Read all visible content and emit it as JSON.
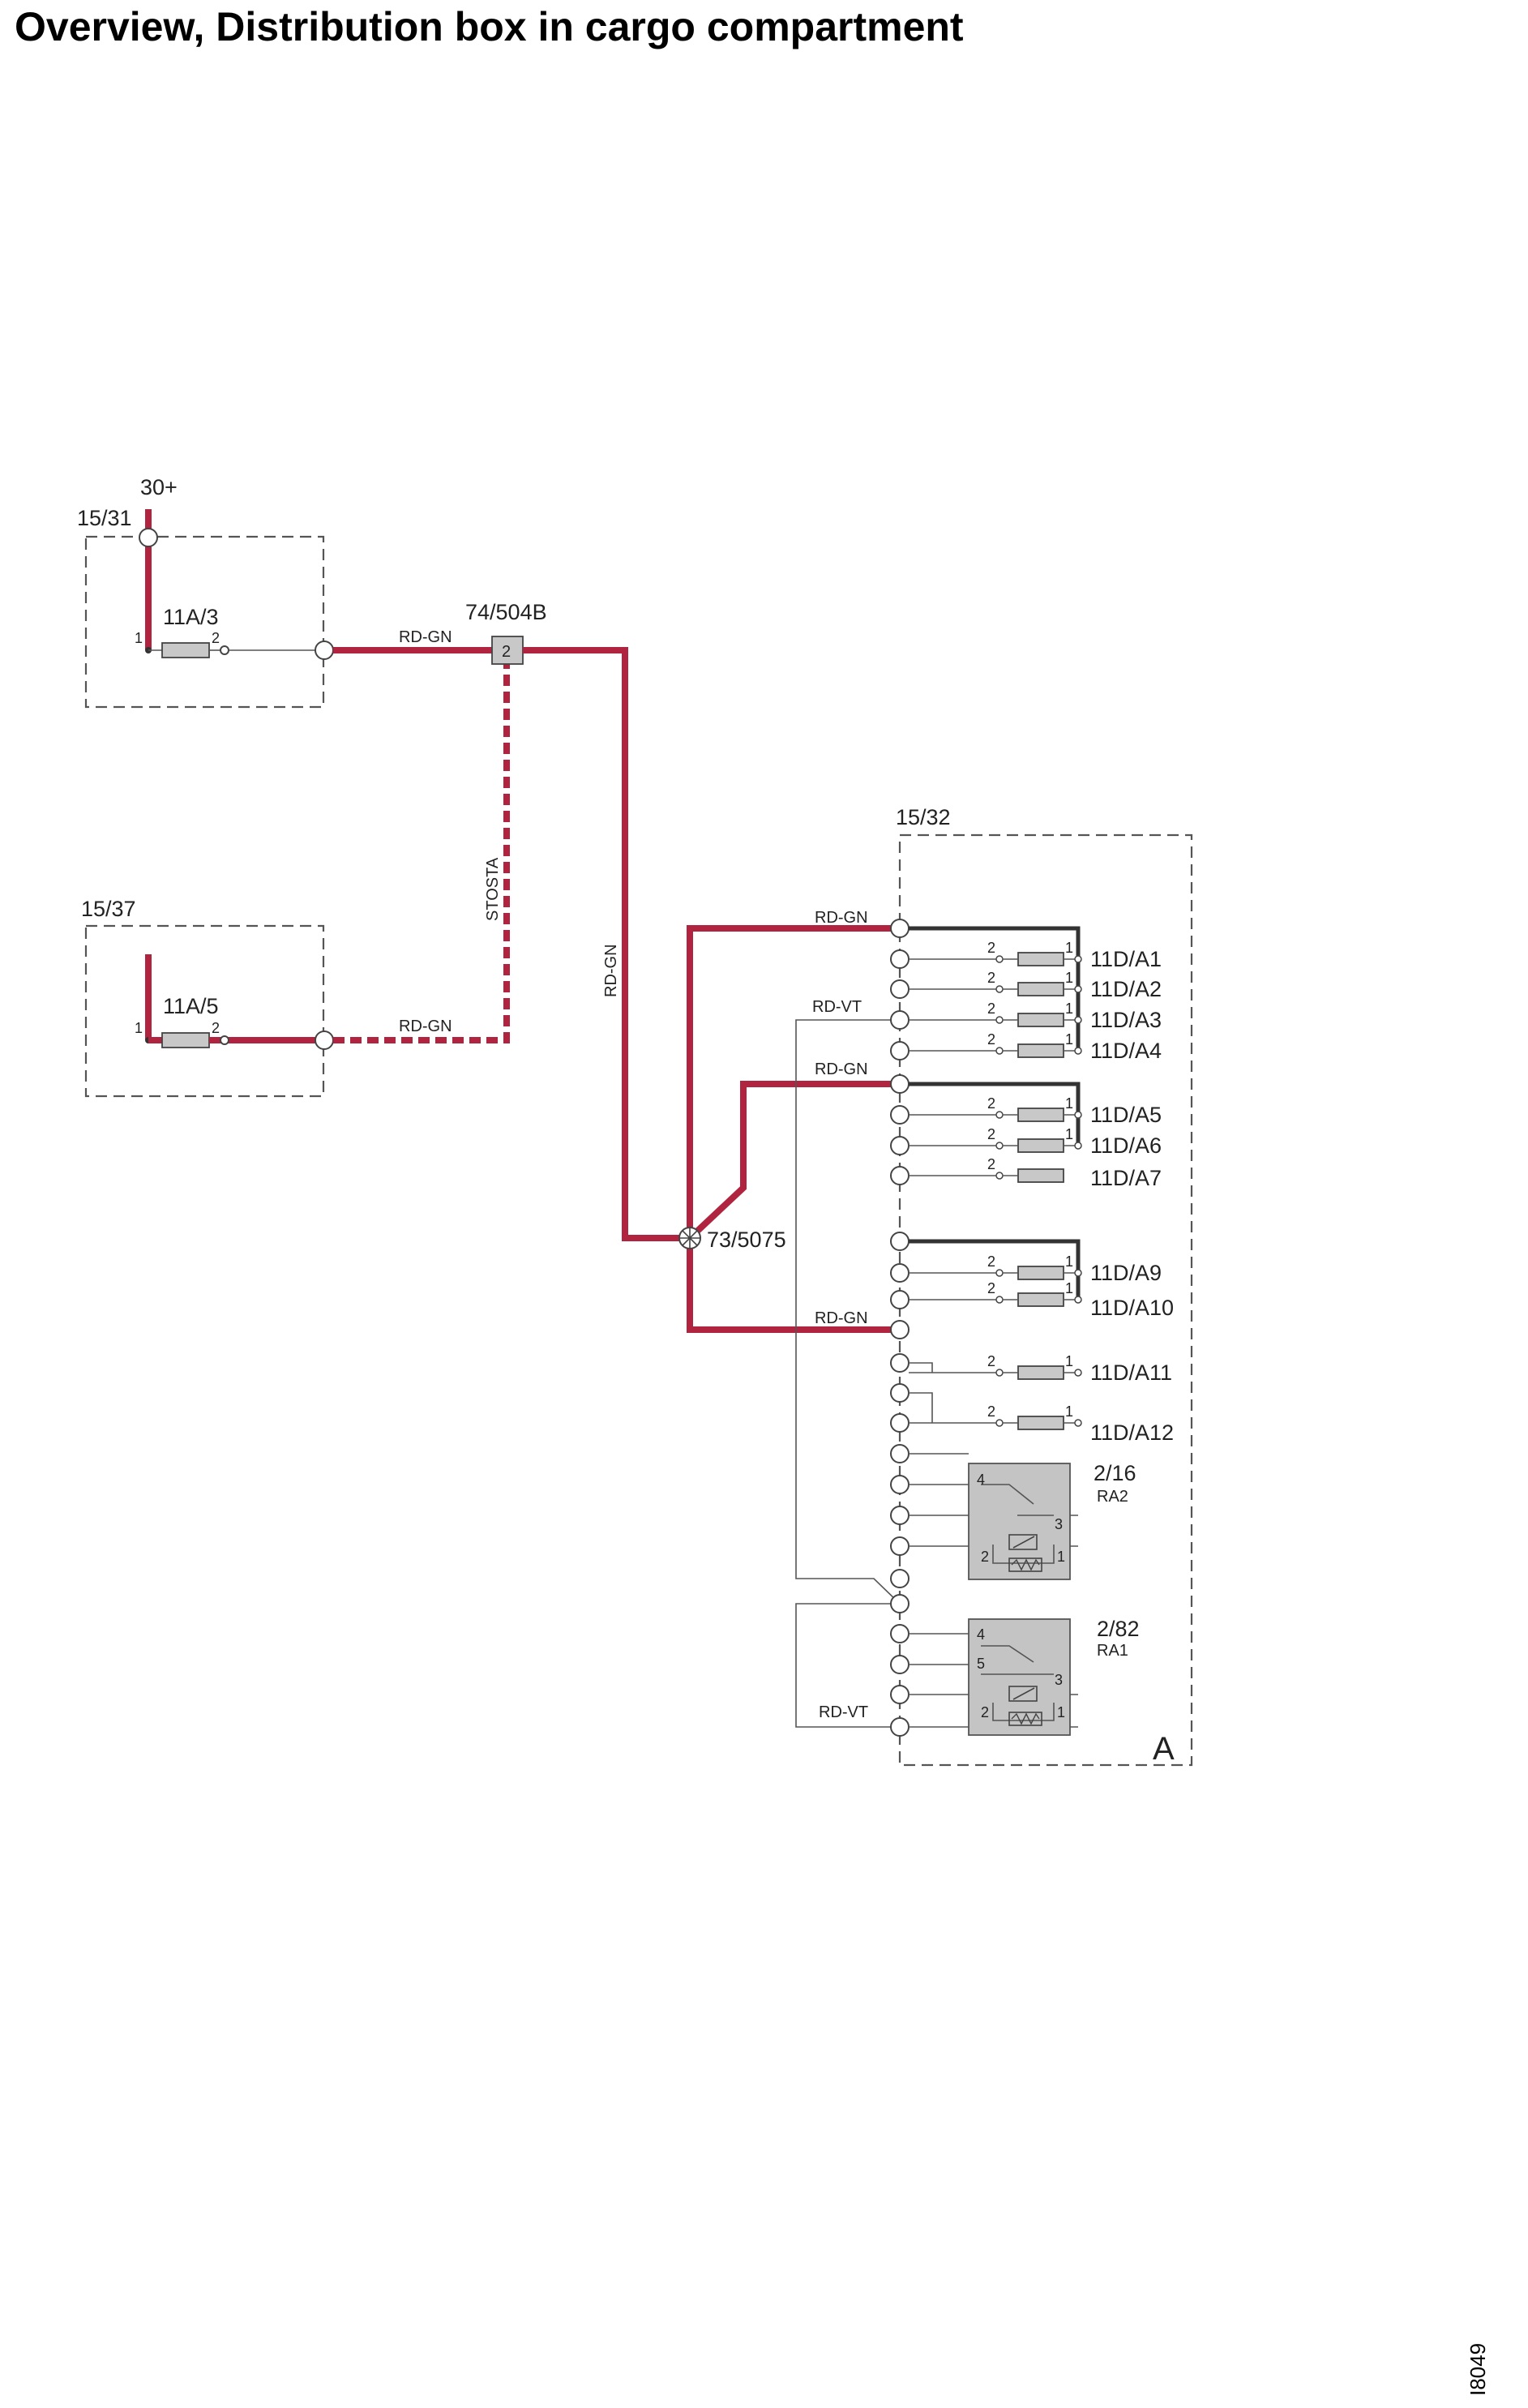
{
  "title": "Overview, Distribution box in cargo compartment",
  "doc_id": "I8049",
  "colors": {
    "wire_red": "#b0243f",
    "bus_black": "#333333",
    "box_dashed": "#555555",
    "component_grey": "#c8c8c8"
  },
  "labels": {
    "supply": "30+",
    "box_15_31": "15/31",
    "box_15_37": "15/37",
    "box_15_32": "15/32",
    "fuse_11a3": "11A/3",
    "fuse_11a5": "11A/5",
    "connector_74": "74/504B",
    "connector_74_pin": "2",
    "splice_73": "73/5075",
    "wire_rdgn": "RD-GN",
    "wire_rdvt": "RD-VT",
    "wire_stosta": "STOSTA",
    "pin1": "1",
    "pin2": "2",
    "pin3": "3",
    "pin4": "4",
    "pin5": "5",
    "relay1": "2/16",
    "relay1_sub": "RA2",
    "relay2": "2/82",
    "relay2_sub": "RA1",
    "area_a": "A"
  },
  "fuses": [
    "11D/A1",
    "11D/A2",
    "11D/A3",
    "11D/A4",
    "11D/A5",
    "11D/A6",
    "11D/A7",
    "11D/A9",
    "11D/A10",
    "11D/A11",
    "11D/A12"
  ]
}
